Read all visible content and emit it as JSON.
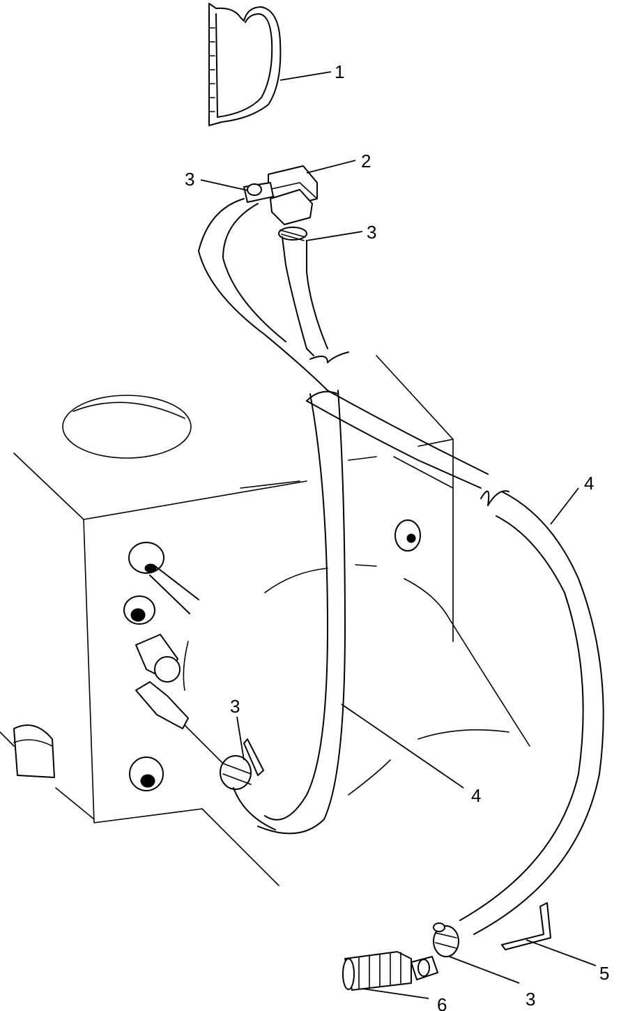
{
  "callouts": [
    {
      "id": "c1",
      "label": "1"
    },
    {
      "id": "c2",
      "label": "2"
    },
    {
      "id": "c3a",
      "label": "3"
    },
    {
      "id": "c3b",
      "label": "3"
    },
    {
      "id": "c4a",
      "label": "4"
    },
    {
      "id": "c3c",
      "label": "3"
    },
    {
      "id": "c4b",
      "label": "4"
    },
    {
      "id": "c5",
      "label": "5"
    },
    {
      "id": "c3d",
      "label": "3"
    },
    {
      "id": "c6",
      "label": "6"
    }
  ]
}
